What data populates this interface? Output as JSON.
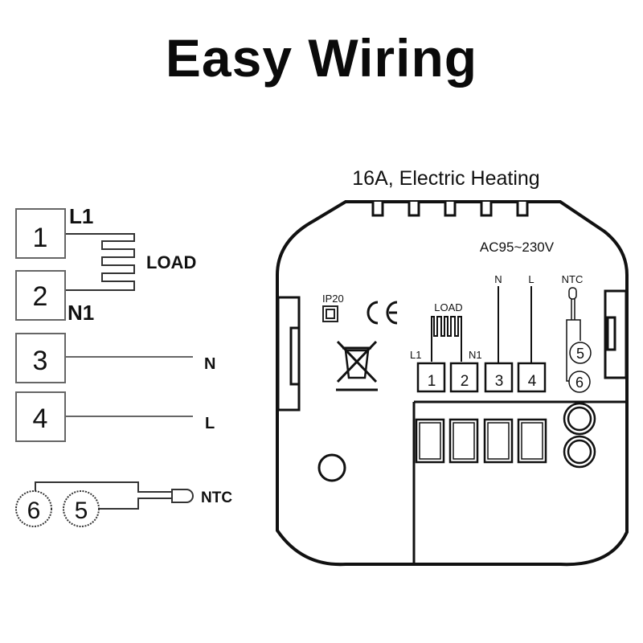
{
  "title": "Easy Wiring",
  "left_diagram": {
    "terminals": [
      {
        "number": "1",
        "label": "L1"
      },
      {
        "number": "2",
        "label": "N1"
      },
      {
        "number": "3",
        "wire_label": "N"
      },
      {
        "number": "4",
        "wire_label": "L"
      }
    ],
    "load_label": "LOAD",
    "sensor": {
      "terminals": [
        "6",
        "5"
      ],
      "label": "NTC"
    }
  },
  "device": {
    "header": "16A, Electric Heating",
    "voltage": "AC95~230V",
    "ip_rating": "IP20",
    "ce_mark": "CE",
    "load_label": "LOAD",
    "load_terminal_labels": [
      "L1",
      "N1"
    ],
    "terminals": [
      "1",
      "2",
      "3",
      "4"
    ],
    "wire_labels": [
      "N",
      "L"
    ],
    "sensor_label": "NTC",
    "sensor_terminals": [
      "5",
      "6"
    ]
  }
}
